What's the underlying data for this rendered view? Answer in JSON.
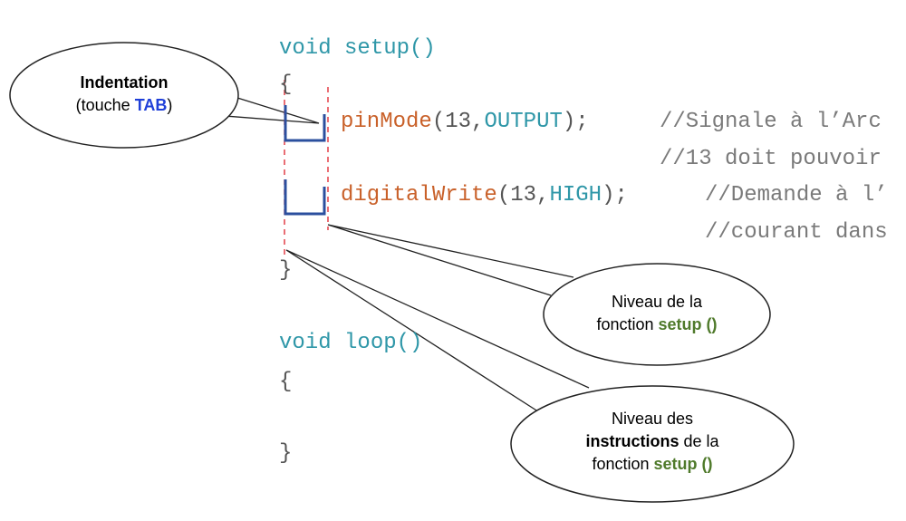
{
  "code": {
    "setup_kw": "void",
    "setup_name": "setup()",
    "open_brace_1": "{",
    "line1_fn": "pinMode",
    "line1_open": "(",
    "line1_num": "13",
    "line1_comma": ",",
    "line1_const": "OUTPUT",
    "line1_close": ");",
    "line1_comment": "//Signale à l’Arc",
    "line2_comment": "//13 doit pouvoir",
    "line3_fn": "digitalWrite",
    "line3_open": "(",
    "line3_num": "13",
    "line3_comma": ",",
    "line3_const": "HIGH",
    "line3_close": ");",
    "line3_comment": "//Demande à l’",
    "line4_comment": "//courant dans",
    "close_brace_1": "}",
    "loop_kw": "void",
    "loop_name": "loop()",
    "open_brace_2": "{",
    "close_brace_2": "}"
  },
  "callouts": {
    "indentation": {
      "title": "Indentation",
      "sub_prefix": "(touche ",
      "sub_key": "TAB",
      "sub_suffix": ")"
    },
    "function_level": {
      "line1": "Niveau de la",
      "line2_prefix": "fonction ",
      "line2_highlight": "setup ()"
    },
    "instruction_level": {
      "line1": "Niveau des",
      "line2_bold": "instructions",
      "line2_suffix": " de la",
      "line3_prefix": "fonction ",
      "line3_highlight": "setup ()"
    }
  },
  "colors": {
    "keyword": "#2f97a8",
    "function": "#c9612a",
    "comment": "#7a7a7a",
    "tab_marker": "#2b4f9e",
    "guide": "#e0303a",
    "tab_key": "#1f3fd8",
    "setup_highlight": "#4f7a2b"
  }
}
